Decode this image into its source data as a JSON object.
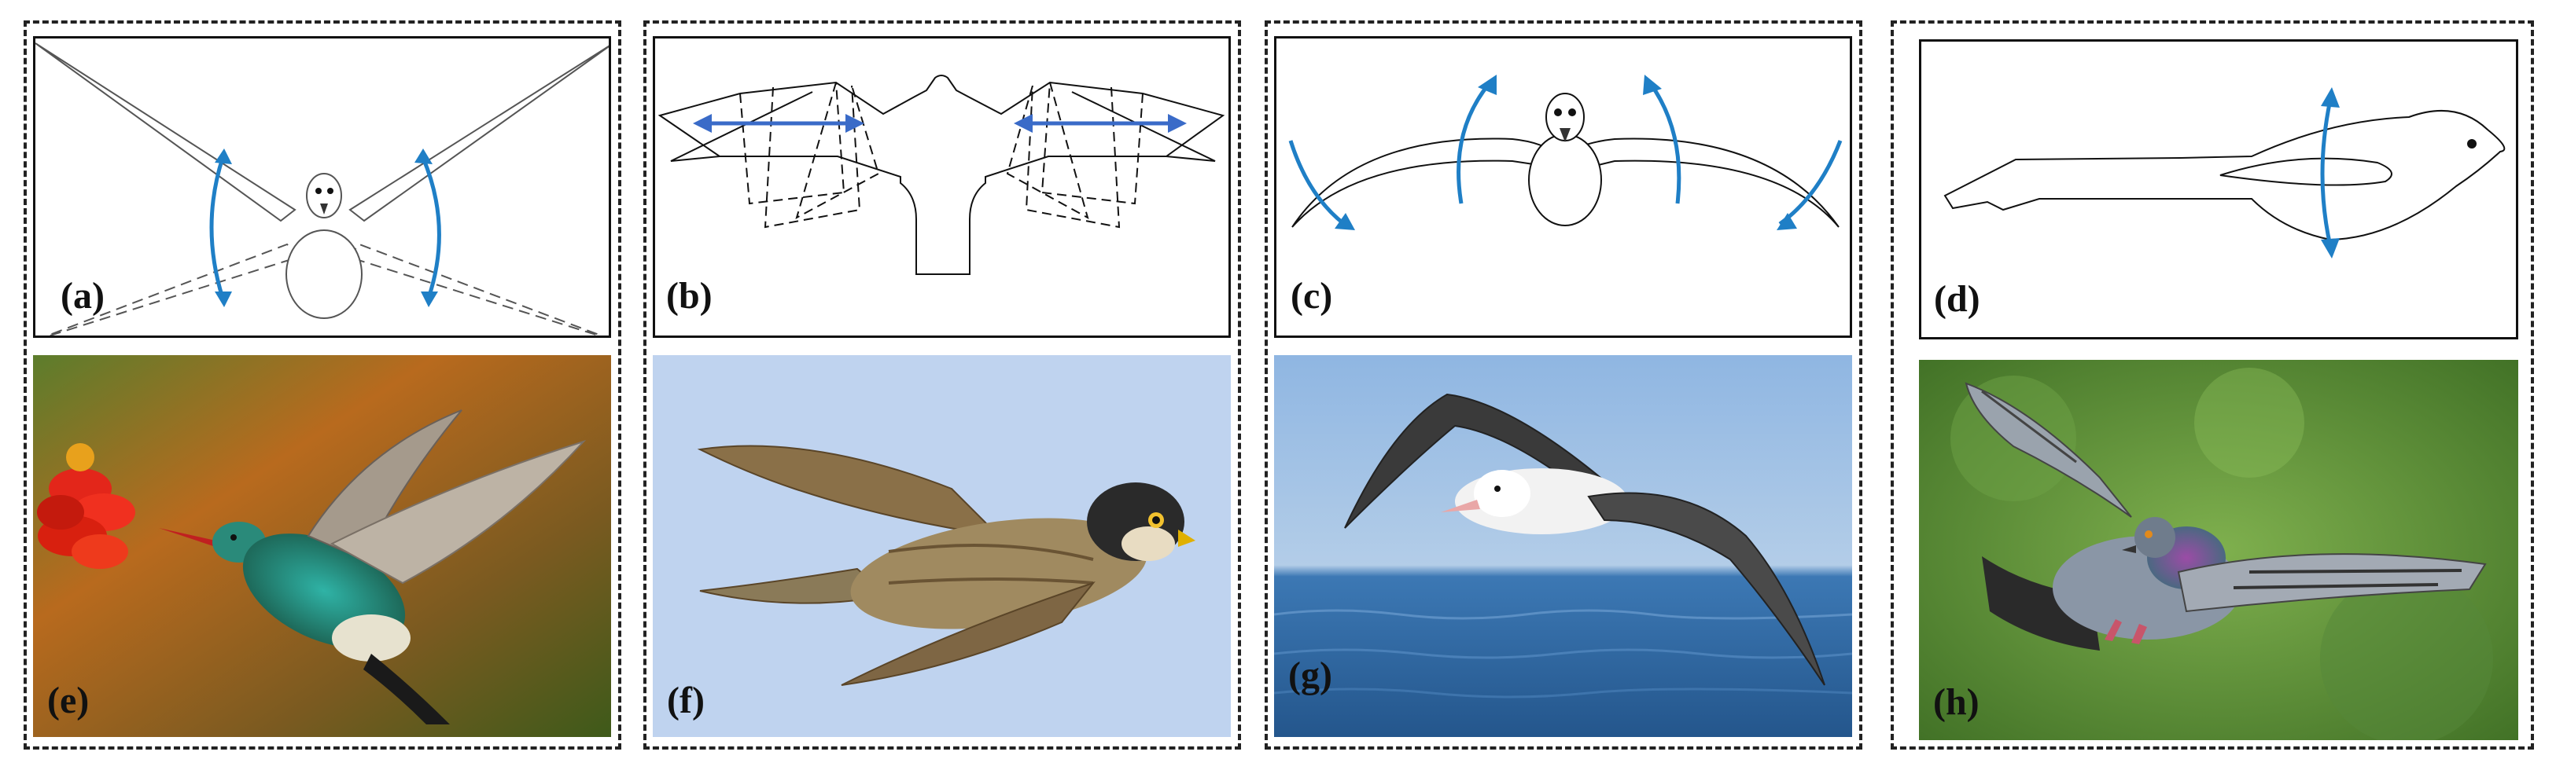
{
  "panels": {
    "a": {
      "label": "(a)"
    },
    "b": {
      "label": "(b)"
    },
    "c": {
      "label": "(c)"
    },
    "d": {
      "label": "(d)"
    },
    "e": {
      "label": "(e)"
    },
    "f": {
      "label": "(f)"
    },
    "g": {
      "label": "(g)"
    },
    "h": {
      "label": "(h)"
    }
  },
  "colors": {
    "arrow_blue": "#1f7fc6",
    "line_dark": "#111111",
    "sky_blue": "#bdd3ee",
    "sea_blue": "#2f6aa5",
    "foliage_green": "#5f9a3c",
    "warm_orange": "#c0601a"
  }
}
